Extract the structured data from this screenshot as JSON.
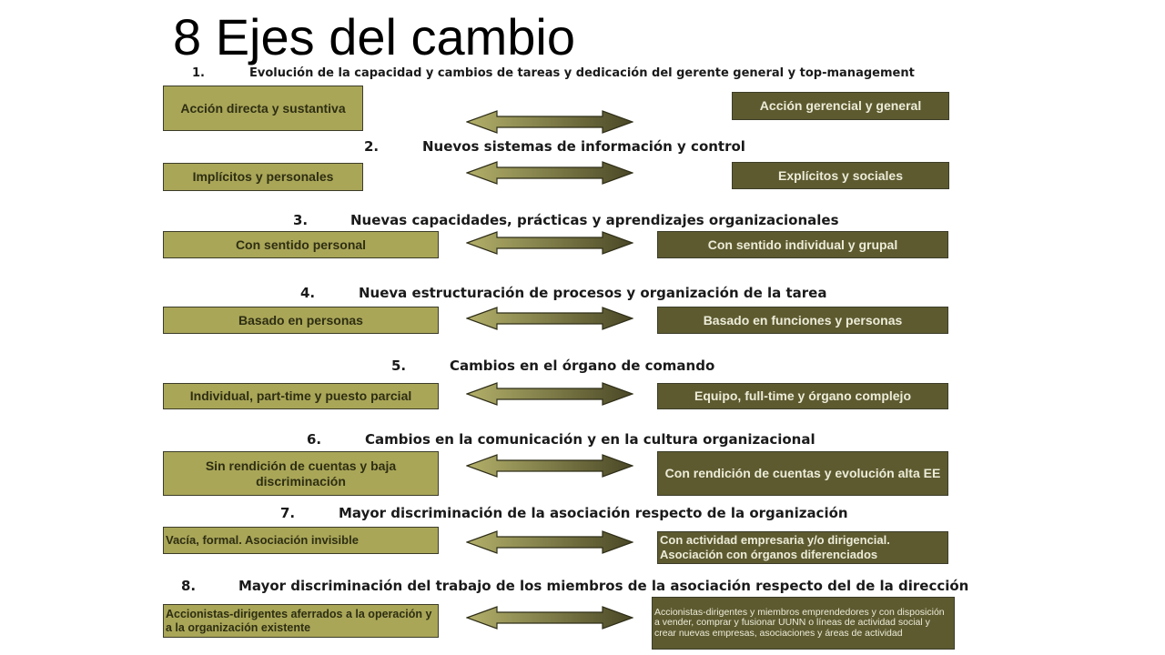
{
  "title": "8 Ejes del cambio",
  "colors": {
    "left_box": "#a9a658",
    "right_box": "#5d5a30",
    "left_text": "#2e2e12",
    "right_text": "#ececd8",
    "arrow_light": "#b3b06a",
    "arrow_dark": "#4a4826"
  },
  "axes": [
    {
      "number": "1.",
      "heading": "Evolución de la capacidad  y cambios de tareas y dedicación  del gerente general y top-management",
      "left": "Acción directa y sustantiva",
      "right": "Acción gerencial y general"
    },
    {
      "number": "2.",
      "heading": "Nuevos sistemas de información y control",
      "left": "Implícitos y personales",
      "right": "Explícitos y sociales"
    },
    {
      "number": "3.",
      "heading": "Nuevas capacidades, prácticas y aprendizajes organizacionales",
      "left": "Con sentido personal",
      "right": "Con sentido individual y grupal"
    },
    {
      "number": "4.",
      "heading": "Nueva estructuración de procesos y organización de la tarea",
      "left": "Basado en personas",
      "right": "Basado en funciones y personas"
    },
    {
      "number": "5.",
      "heading": "Cambios en el órgano de comando",
      "left": "Individual, part-time y puesto parcial",
      "right": "Equipo, full-time y órgano complejo"
    },
    {
      "number": "6.",
      "heading": "Cambios en la comunicación y en la cultura organizacional",
      "left": "Sin rendición de cuentas y baja discriminación",
      "right": "Con rendición de cuentas y evolución alta EE"
    },
    {
      "number": "7.",
      "heading": "Mayor discriminación de la asociación respecto de la organización",
      "left": "Vacía, formal. Asociación invisible",
      "right": "Con actividad empresaria y/o dirigencial. Asociación con órganos diferenciados"
    },
    {
      "number": "8.",
      "heading": "Mayor discriminación del trabajo de los miembros de la asociación respecto del de la dirección",
      "left": "Accionistas-dirigentes aferrados a la operación y a la organización existente",
      "right": "Accionistas-dirigentes y miembros emprendedores y con disposición a vender, comprar y fusionar UUNN o líneas de actividad social y crear nuevas empresas, asociaciones y áreas de actividad"
    }
  ]
}
